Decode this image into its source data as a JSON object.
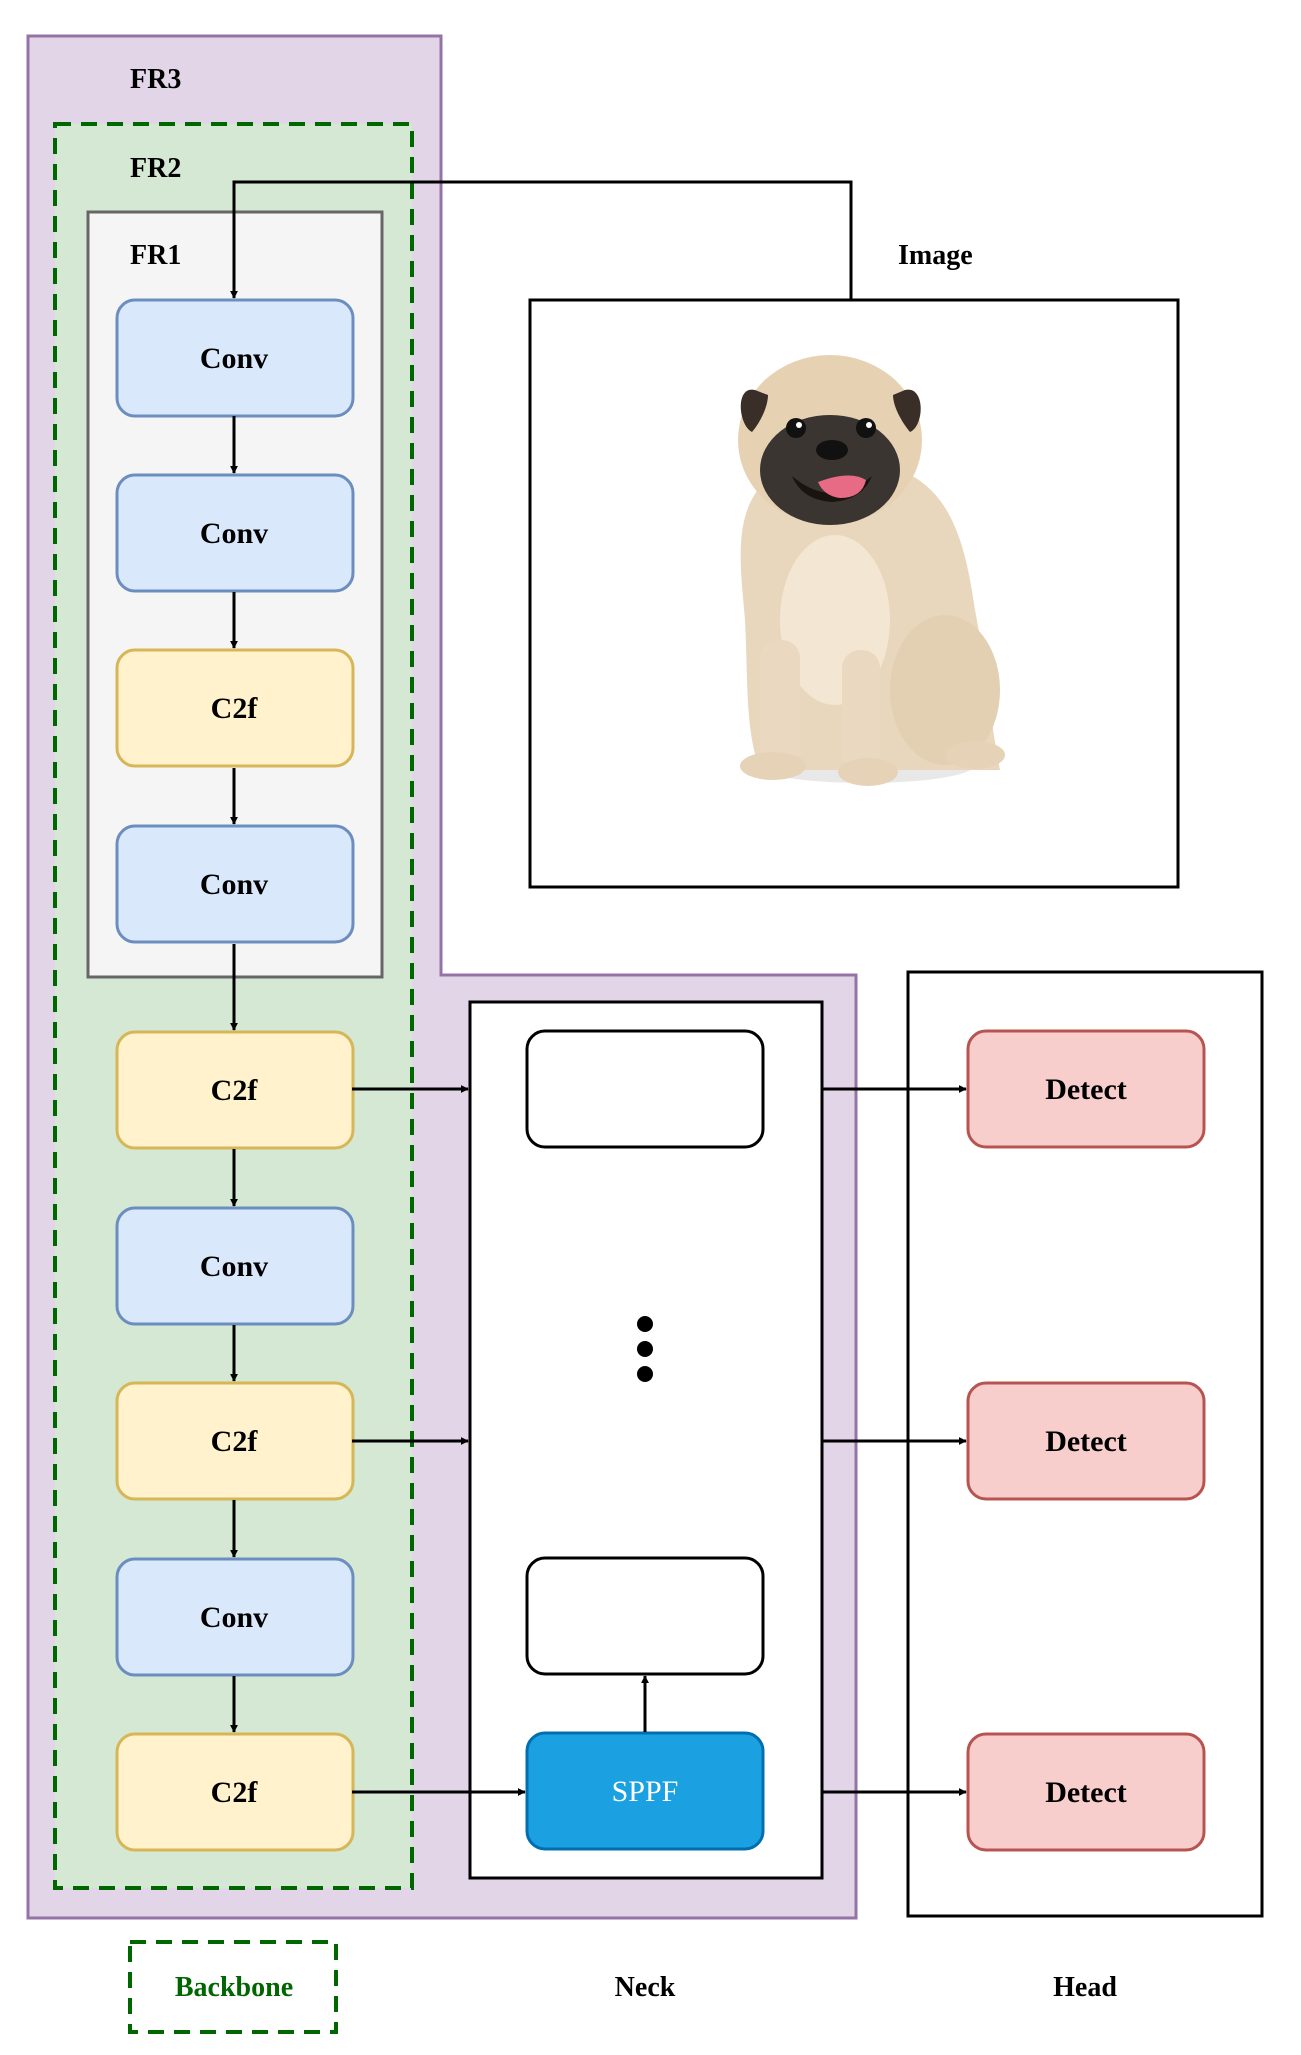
{
  "regions": {
    "fr3": "FR3",
    "fr2": "FR2",
    "fr1": "FR1"
  },
  "image_label": "Image",
  "backbone": {
    "blocks": [
      "Conv",
      "Conv",
      "C2f",
      "Conv",
      "C2f",
      "Conv",
      "C2f",
      "Conv",
      "C2f"
    ]
  },
  "neck": {
    "sppf": "SPPF"
  },
  "head": {
    "detect": [
      "Detect",
      "Detect",
      "Detect"
    ]
  },
  "legend": {
    "backbone": "Backbone",
    "neck": "Neck",
    "head": "Head"
  },
  "colors": {
    "conv_fill": "#dae8fc",
    "conv_stroke": "#6c8ebf",
    "c2f_fill": "#fff2cc",
    "c2f_stroke": "#d6b656",
    "detect_fill": "#f8cecc",
    "detect_stroke": "#b85450",
    "sppf_fill": "#1ba1e2",
    "sppf_stroke": "#006eaf",
    "fr3_fill": "#e1d5e7",
    "fr3_stroke": "#9673a6",
    "fr2_fill": "#d5e8d4",
    "fr2_stroke": "#006600",
    "fr1_fill": "#f5f5f5",
    "fr1_stroke": "#666666"
  }
}
